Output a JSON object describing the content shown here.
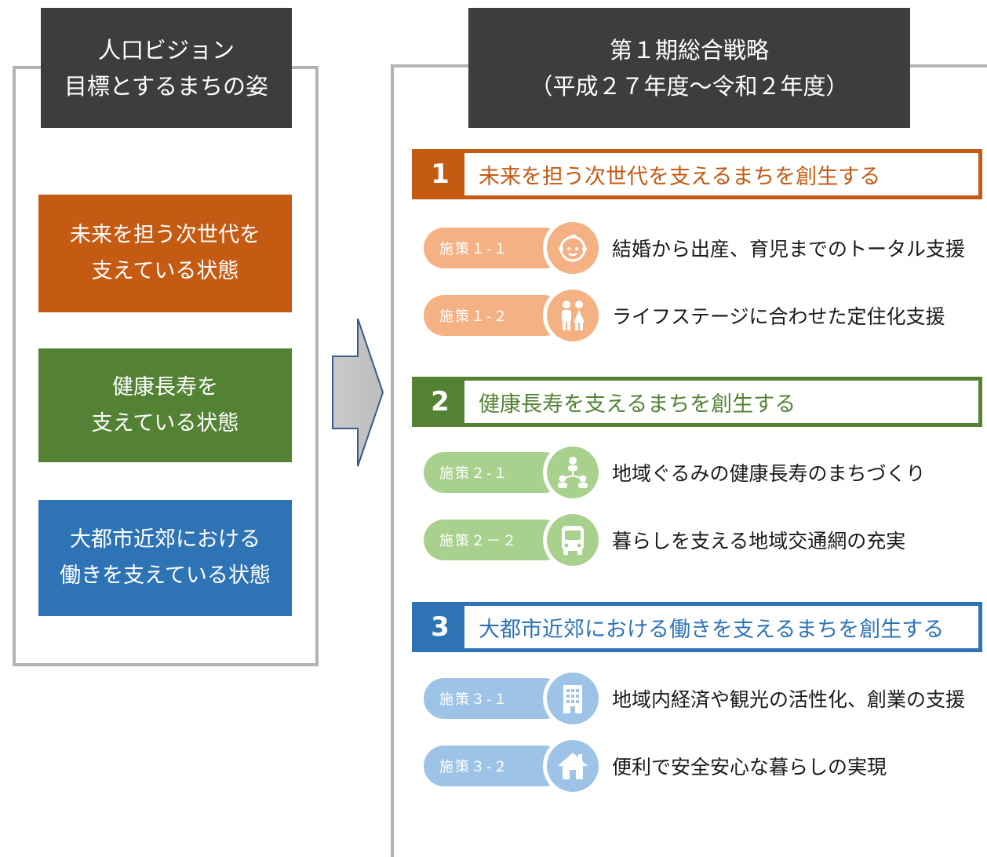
{
  "left": {
    "header": [
      "人口ビジョン",
      "目標とするまちの姿"
    ],
    "states": [
      {
        "lines": [
          "未来を担う次世代を",
          "支えている状態"
        ],
        "color": "#c55a12"
      },
      {
        "lines": [
          "健康長寿を",
          "支えている状態"
        ],
        "color": "#548235"
      },
      {
        "lines": [
          "大都市近郊における",
          "働きを支えている状態"
        ],
        "color": "#2e74b5"
      }
    ]
  },
  "right": {
    "header": [
      "第１期総合戦略",
      "（平成２７年度～令和２年度）"
    ],
    "goals": [
      {
        "number": "1",
        "title": "未来を担う次世代を支えるまちを創生する",
        "color": "#c55a12",
        "measures": [
          {
            "label": "施策１-１",
            "text": "結婚から出産、育児までのトータル支援",
            "icon": "baby-face-icon"
          },
          {
            "label": "施策１-２",
            "text": "ライフステージに合わせた定住化支援",
            "icon": "family-icon"
          }
        ]
      },
      {
        "number": "2",
        "title": "健康長寿を支えるまちを創生する",
        "color": "#548235",
        "measures": [
          {
            "label": "施策２-１",
            "text": "地域ぐるみの健康長寿のまちづくり",
            "icon": "community-network-icon"
          },
          {
            "label": "施策２－２",
            "text": "暮らしを支える地域交通網の充実",
            "icon": "bus-icon"
          }
        ]
      },
      {
        "number": "3",
        "title": "大都市近郊における働きを支えるまちを創生する",
        "color": "#2e74b5",
        "measures": [
          {
            "label": "施策３-１",
            "text": "地域内経済や観光の活性化、創業の支援",
            "icon": "building-icon"
          },
          {
            "label": "施策３-２",
            "text": "便利で安全安心な暮らしの実現",
            "icon": "house-icon"
          }
        ]
      }
    ]
  }
}
